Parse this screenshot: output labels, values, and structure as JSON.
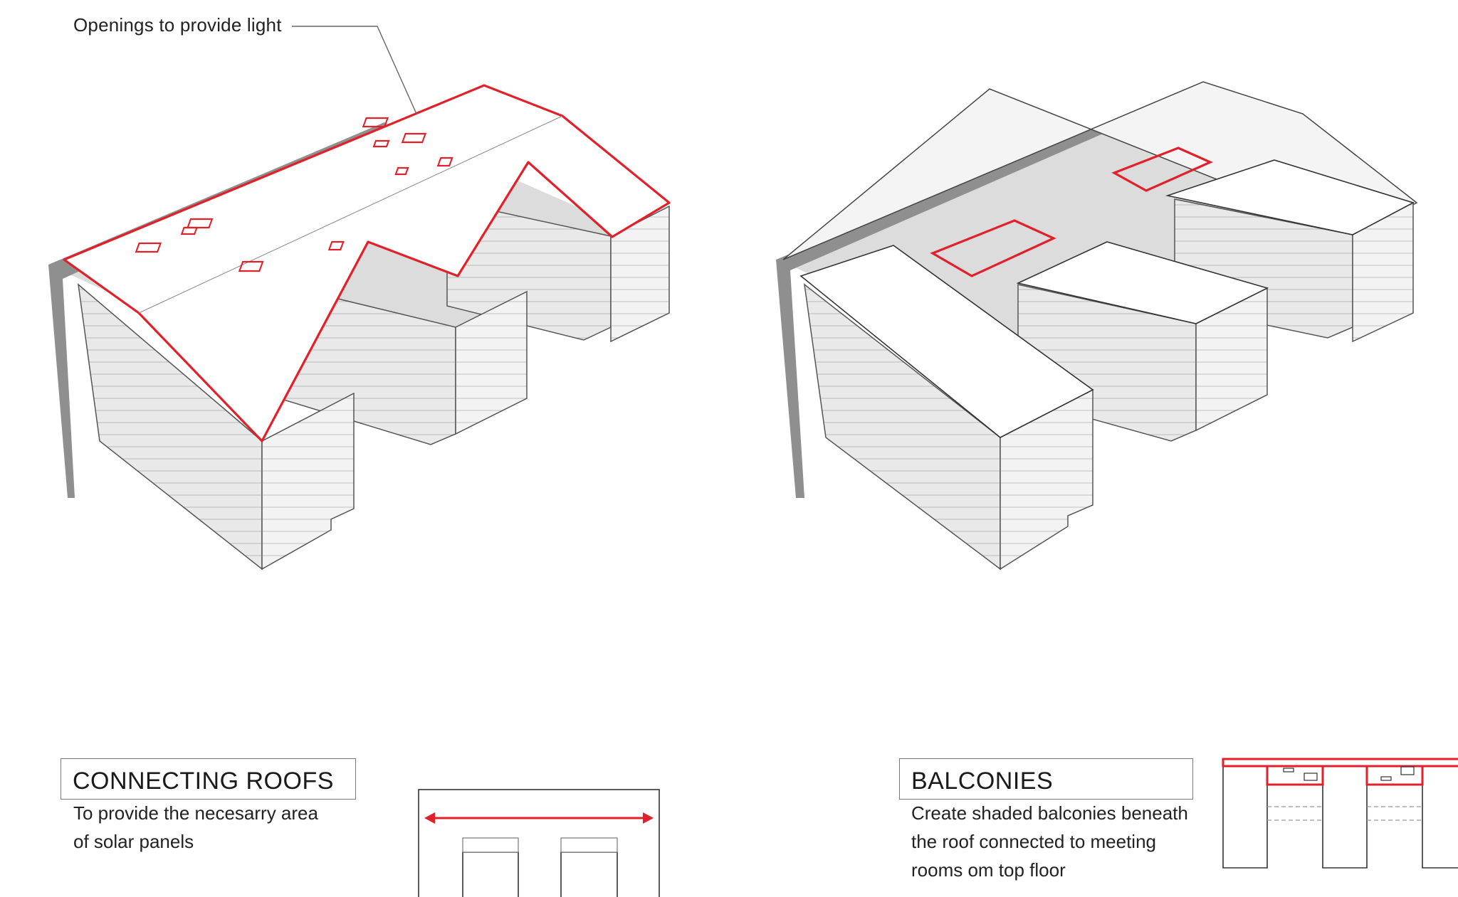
{
  "callouts": {
    "openings": "Openings to provide light"
  },
  "panels": {
    "connecting_roofs": {
      "title": "CONNECTING ROOFS",
      "description_lines": [
        "To provide the necesarry area",
        "of solar panels"
      ]
    },
    "balconies": {
      "title": "BALCONIES",
      "description_lines": [
        "Create shaded balconies beneath",
        "the roof connected to meeting",
        "rooms om top floor"
      ]
    }
  },
  "colors": {
    "highlight": "#e3202a",
    "outline": "#2e2e2e",
    "shadow": "#8a8a8a",
    "ground": "#d6d6d6"
  }
}
